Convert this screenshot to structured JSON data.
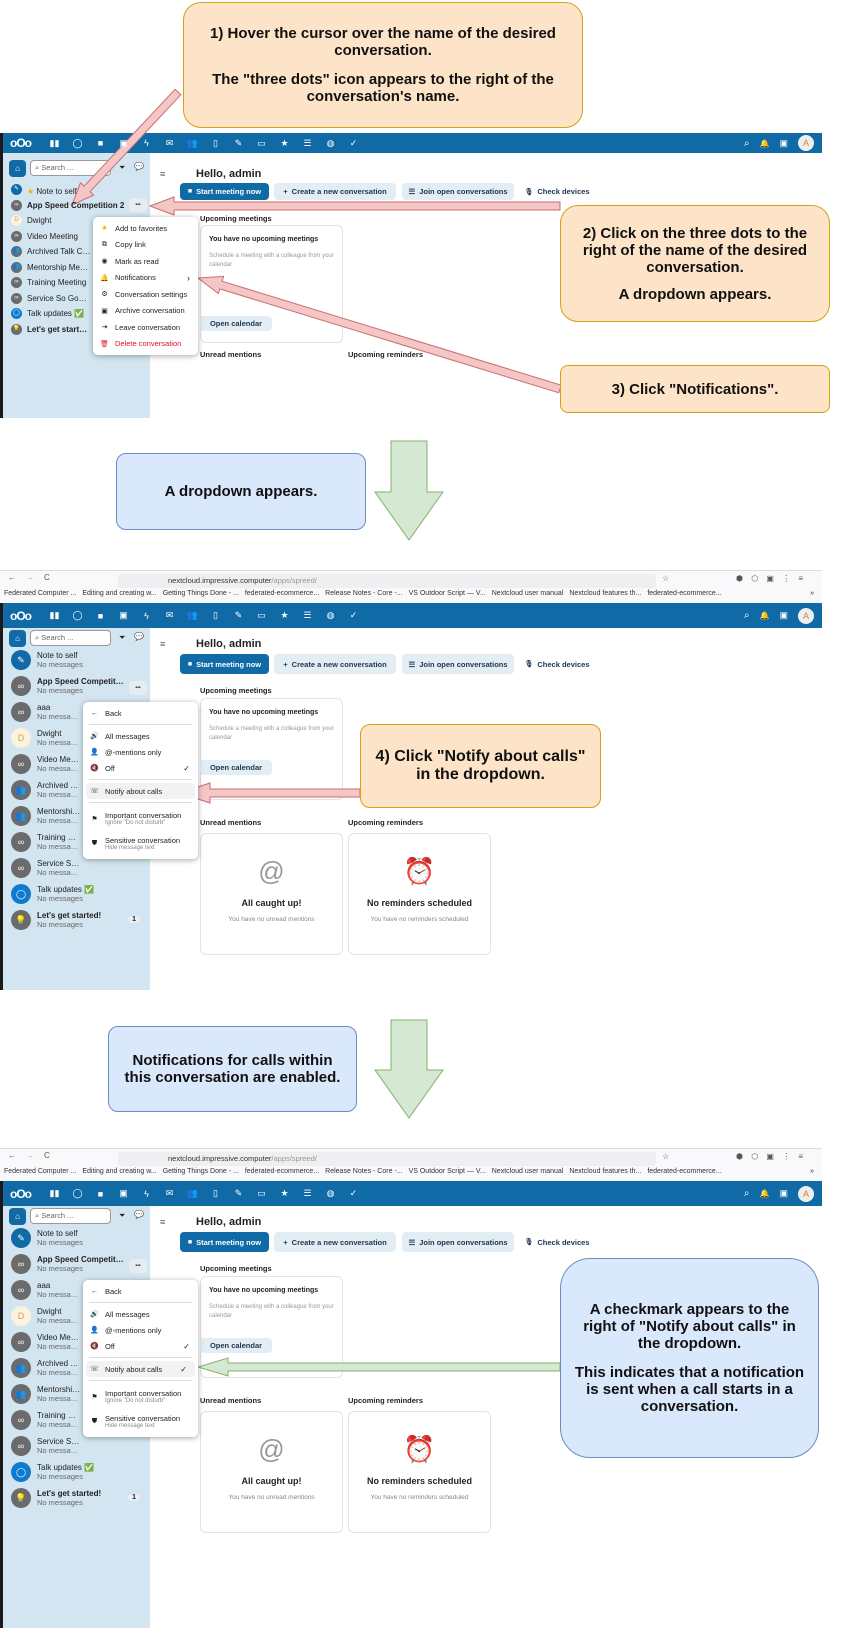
{
  "callouts": {
    "step1_line1": "1) Hover the cursor over the name of the desired conversation.",
    "step1_line2": "The \"three dots\" icon appears to the right of the conversation's name.",
    "step2_line1": "2) Click on the three dots to the right of the name of the desired conversation.",
    "step2_line2": "A dropdown appears.",
    "step3": "3) Click \"Notifications\".",
    "info1": "A dropdown appears.",
    "step4": "4) Click \"Notify about calls\" in the dropdown.",
    "info2": "Notifications for calls within this conversation are enabled.",
    "result_line1": "A checkmark appears to the right of \"Notify about calls\" in the dropdown.",
    "result_line2": "This indicates that a notification is sent when a call starts in a conversation."
  },
  "browser": {
    "url_host": "nextcloud.impressive.computer",
    "url_path": "/apps/spreed/",
    "bookmarks": [
      "Federated Computer ...",
      "Editing and creating w...",
      "Getting Things Done - ...",
      "federated-ecommerce...",
      "Release Notes - Core -...",
      "VS Outdoor Script — V...",
      "Nextcloud user manual",
      "Nextcloud features th...",
      "federated-ecommerce..."
    ],
    "more": "»"
  },
  "header": {
    "apps": [
      "dashboard-icon",
      "talk-icon",
      "files-icon",
      "photos-icon",
      "activity-icon",
      "mail-icon",
      "contacts-icon",
      "calendar-icon",
      "notes-icon",
      "deck-icon",
      "favorites-icon",
      "tasks-icon",
      "globe-icon",
      "check-icon"
    ],
    "avatar": "A"
  },
  "sidebar": {
    "search_placeholder": "Search ...",
    "conversations": [
      {
        "title": "Note to self",
        "subtitle": "No messages",
        "avatar": "note"
      },
      {
        "title": "App Speed Competition 2",
        "subtitle": "No messages",
        "avatar": "link",
        "bold": true
      },
      {
        "title": "aaa",
        "subtitle": "No messages",
        "avatar": "link"
      },
      {
        "title": "Dwight",
        "subtitle": "No messages",
        "avatar": "letter",
        "letter": "D"
      },
      {
        "title": "Video Meeting",
        "subtitle": "No messages",
        "avatar": "link"
      },
      {
        "title": "Archived Talk Conversation",
        "subtitle": "No messages",
        "avatar": "group"
      },
      {
        "title": "Mentorship Meeting",
        "subtitle": "No messages",
        "avatar": "group"
      },
      {
        "title": "Training Meeting",
        "subtitle": "No messages",
        "avatar": "link"
      },
      {
        "title": "Service So Good, Cusomters Love It",
        "subtitle": "No messages",
        "avatar": "link"
      },
      {
        "title": "Talk updates ✅",
        "subtitle": "No messages",
        "avatar": "talk"
      },
      {
        "title": "Let's get started!",
        "subtitle": "No messages",
        "avatar": "bulb",
        "count": "1",
        "bold": true
      }
    ]
  },
  "main": {
    "greeting": "Hello, admin",
    "start_meeting": "Start meeting now",
    "create_conversation": "Create a new conversation",
    "join_open": "Join open conversations",
    "check_devices": "Check devices",
    "upcoming_meetings": "Upcoming meetings",
    "no_meetings_title": "You have no upcoming meetings",
    "no_meetings_text": "Schedule a meeting with a colleague from your calendar",
    "open_calendar": "Open calendar",
    "unread_mentions": "Unread mentions",
    "upcoming_reminders": "Upcoming reminders",
    "caught_up_title": "All caught up!",
    "caught_up_text": "You have no unread mentions",
    "no_reminders_title": "No reminders scheduled",
    "no_reminders_text": "You have no reminders scheduled"
  },
  "menus": {
    "main": [
      {
        "label": "Add to favorites",
        "icon": "star"
      },
      {
        "label": "Copy link",
        "icon": "copy"
      },
      {
        "label": "Mark as read",
        "icon": "eye"
      },
      {
        "label": "Notifications",
        "icon": "bell",
        "submenu": true
      },
      {
        "label": "Conversation settings",
        "icon": "gear"
      },
      {
        "label": "Archive conversation",
        "icon": "archive"
      },
      {
        "label": "Leave conversation",
        "icon": "leave"
      },
      {
        "label": "Delete conversation",
        "icon": "trash",
        "danger": true
      }
    ],
    "notifications": [
      {
        "id": "back",
        "label": "Back",
        "icon": "back"
      },
      {
        "sep": true
      },
      {
        "id": "all",
        "label": "All messages",
        "icon": "volume"
      },
      {
        "id": "mentions",
        "label": "@-mentions only",
        "icon": "user"
      },
      {
        "id": "off",
        "label": "Off",
        "icon": "mute"
      },
      {
        "sep": true
      },
      {
        "id": "calls",
        "label": "Notify about calls",
        "icon": "phone"
      },
      {
        "sep": true
      },
      {
        "id": "important",
        "label": "Important conversation",
        "sub": "Ignore \"Do not disturb\"",
        "icon": "flag"
      },
      {
        "id": "sensitive",
        "label": "Sensitive conversation",
        "sub": "Hide message text",
        "icon": "shield"
      }
    ]
  },
  "panels": [
    {
      "menu": "main",
      "conversation_ids": [
        0,
        1,
        3,
        4,
        5,
        6,
        7,
        8,
        9,
        10
      ],
      "checked": []
    },
    {
      "menu": "notifications",
      "conversation_ids": [
        0,
        1,
        2,
        3,
        4,
        5,
        6,
        7,
        8,
        9,
        10
      ],
      "checked": [
        "off"
      ]
    },
    {
      "menu": "notifications",
      "conversation_ids": [
        0,
        1,
        2,
        3,
        4,
        5,
        6,
        7,
        8,
        9,
        10
      ],
      "checked": [
        "off",
        "calls"
      ]
    }
  ],
  "colors": {
    "brand": "#0f6aa6",
    "danger": "#e0102a",
    "callout_orange": "#fde4c8",
    "callout_blue": "#dae8fc",
    "arrow_pink": "#f5c6c6",
    "arrow_green": "#d5e8d4"
  }
}
